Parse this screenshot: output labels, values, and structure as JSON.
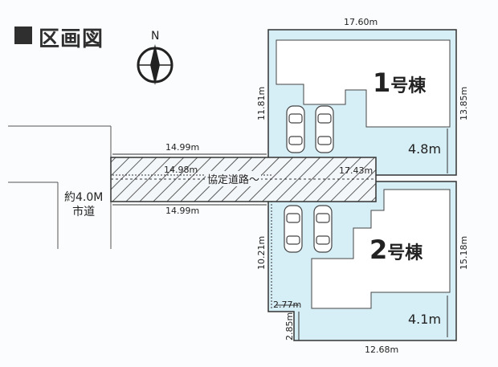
{
  "title": "区画図",
  "north_label": "N",
  "buildings": [
    {
      "number": "1",
      "suffix": "号棟"
    },
    {
      "number": "2",
      "suffix": "号棟"
    }
  ],
  "road": {
    "city_road_label_line1": "約4.0M",
    "city_road_label_line2": "市道",
    "agreement_road_label": "協定道路",
    "agreement_road_suffix": "〜"
  },
  "dimensions": {
    "top_width": "17.60m",
    "lot1_height_left": "11.81m",
    "lot1_height_right": "13.85m",
    "lot1_setback": "4.8m",
    "road_top": "14.99m",
    "road_mid": "14.98m",
    "road_right": "17.43m",
    "road_bottom": "14.99m",
    "lot2_height_left": "10.21m",
    "lot2_height_right": "15.18m",
    "lot2_setback": "4.1m",
    "corner_width": "2.77m",
    "corner_height": "2.85m",
    "bottom_width": "12.68m"
  },
  "colors": {
    "lot_fill": "#d6eef5",
    "building_fill": "#ffffff",
    "road_hatch": "#333333",
    "text": "#222222"
  }
}
